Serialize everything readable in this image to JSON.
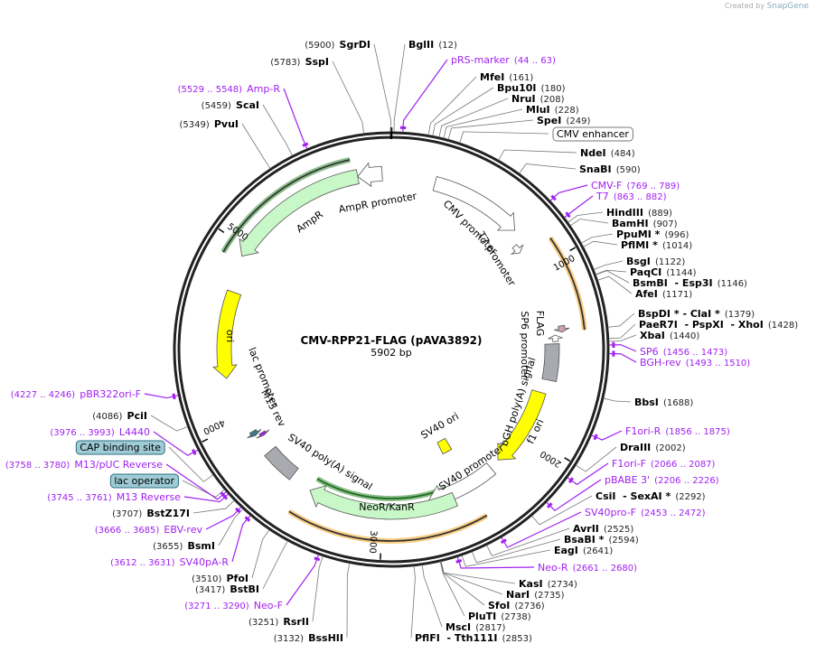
{
  "credit": {
    "prefix": "Created by",
    "brand": "SnapGene"
  },
  "plasmid": {
    "name": "CMV-RPP21-FLAG (pAVA3892)",
    "length_label": "5902 bp",
    "length_bp": 5902
  },
  "ticks": [
    "1000",
    "2000",
    "3000",
    "4000",
    "5000"
  ],
  "sites": [
    {
      "type": "enzyme",
      "name": "SgrDI",
      "pos": "(5900)"
    },
    {
      "type": "enzyme",
      "name": "BglII",
      "pos": "(12)"
    },
    {
      "type": "primer",
      "name": "pRS-marker",
      "pos": "(44 .. 63)"
    },
    {
      "type": "enzyme",
      "name": "MfeI",
      "pos": "(161)"
    },
    {
      "type": "enzyme",
      "name": "Bpu10I",
      "pos": "(180)"
    },
    {
      "type": "enzyme",
      "name": "NruI",
      "pos": "(208)"
    },
    {
      "type": "enzyme",
      "name": "MluI",
      "pos": "(228)"
    },
    {
      "type": "enzyme",
      "name": "SpeI",
      "pos": "(249)"
    },
    {
      "type": "boxed",
      "name": "CMV enhancer",
      "pos": ""
    },
    {
      "type": "enzyme",
      "name": "NdeI",
      "pos": "(484)"
    },
    {
      "type": "enzyme",
      "name": "SnaBI",
      "pos": "(590)"
    },
    {
      "type": "primer",
      "name": "CMV-F",
      "pos": "(769 .. 789)"
    },
    {
      "type": "primer",
      "name": "T7",
      "pos": "(863 .. 882)"
    },
    {
      "type": "enzyme",
      "name": "HindIII",
      "pos": "(889)"
    },
    {
      "type": "enzyme",
      "name": "BamHI",
      "pos": "(907)"
    },
    {
      "type": "enzyme",
      "name": "PpuMI *",
      "pos": "(996)"
    },
    {
      "type": "enzyme",
      "name": "PflMI *",
      "pos": "(1014)"
    },
    {
      "type": "enzyme",
      "name": "BsgI",
      "pos": "(1122)"
    },
    {
      "type": "enzyme",
      "name": "PaqCI",
      "pos": "(1144)"
    },
    {
      "type": "enzyme",
      "name": "BsmBI  - Esp3I",
      "pos": "(1146)"
    },
    {
      "type": "enzyme",
      "name": "AfeI",
      "pos": "(1171)"
    },
    {
      "type": "enzyme",
      "name": "BspDI * - ClaI *",
      "pos": "(1379)"
    },
    {
      "type": "enzyme",
      "name": "PaeR7I  - PspXI  - XhoI",
      "pos": "(1428)"
    },
    {
      "type": "enzyme",
      "name": "XbaI",
      "pos": "(1440)"
    },
    {
      "type": "primer",
      "name": "SP6",
      "pos": "(1456 .. 1473)"
    },
    {
      "type": "primer",
      "name": "BGH-rev",
      "pos": "(1493 .. 1510)"
    },
    {
      "type": "enzyme",
      "name": "BbsI",
      "pos": "(1688)"
    },
    {
      "type": "primer",
      "name": "F1ori-R",
      "pos": "(1856 .. 1875)"
    },
    {
      "type": "enzyme",
      "name": "DraIII",
      "pos": "(2002)"
    },
    {
      "type": "primer",
      "name": "F1ori-F",
      "pos": "(2066 .. 2087)"
    },
    {
      "type": "primer",
      "name": "pBABE 3'",
      "pos": "(2206 .. 2226)"
    },
    {
      "type": "enzyme",
      "name": "CsiI  - SexAI *",
      "pos": "(2292)"
    },
    {
      "type": "primer",
      "name": "SV40pro-F",
      "pos": "(2453 .. 2472)"
    },
    {
      "type": "enzyme",
      "name": "AvrII",
      "pos": "(2525)"
    },
    {
      "type": "enzyme",
      "name": "BsaBI *",
      "pos": "(2594)"
    },
    {
      "type": "enzyme",
      "name": "EagI",
      "pos": "(2641)"
    },
    {
      "type": "primer",
      "name": "Neo-R",
      "pos": "(2661 .. 2680)"
    },
    {
      "type": "enzyme",
      "name": "KasI",
      "pos": "(2734)"
    },
    {
      "type": "enzyme",
      "name": "NarI",
      "pos": "(2735)"
    },
    {
      "type": "enzyme",
      "name": "SfoI",
      "pos": "(2736)"
    },
    {
      "type": "enzyme",
      "name": "PluTI",
      "pos": "(2738)"
    },
    {
      "type": "enzyme",
      "name": "MscI",
      "pos": "(2817)"
    },
    {
      "type": "enzyme",
      "name": "PflFI  - Tth111I",
      "pos": "(2853)"
    },
    {
      "type": "enzyme",
      "name": "BssHII",
      "pos": "(3132)"
    },
    {
      "type": "enzyme",
      "name": "RsrII",
      "pos": "(3251)"
    },
    {
      "type": "primer",
      "name": "Neo-F",
      "pos": "(3271 .. 3290)"
    },
    {
      "type": "enzyme",
      "name": "BstBI",
      "pos": "(3417)"
    },
    {
      "type": "enzyme",
      "name": "PfoI",
      "pos": "(3510)"
    },
    {
      "type": "primer",
      "name": "SV40pA-R",
      "pos": "(3612 .. 3631)"
    },
    {
      "type": "enzyme",
      "name": "BsmI",
      "pos": "(3655)"
    },
    {
      "type": "primer",
      "name": "EBV-rev",
      "pos": "(3666 .. 3685)"
    },
    {
      "type": "enzyme",
      "name": "BstZ17I",
      "pos": "(3707)"
    },
    {
      "type": "primer",
      "name": "M13 Reverse",
      "pos": "(3745 .. 3761)"
    },
    {
      "type": "boxed",
      "name": "lac operator",
      "pos": ""
    },
    {
      "type": "primer",
      "name": "M13/pUC Reverse",
      "pos": "(3758 .. 3780)"
    },
    {
      "type": "boxed",
      "name": "CAP binding site",
      "pos": ""
    },
    {
      "type": "primer",
      "name": "L4440",
      "pos": "(3976 .. 3993)"
    },
    {
      "type": "enzyme",
      "name": "PciI",
      "pos": "(4086)"
    },
    {
      "type": "primer",
      "name": "pBR322ori-F",
      "pos": "(4227 .. 4246)"
    },
    {
      "type": "enzyme",
      "name": "PvuI",
      "pos": "(5349)"
    },
    {
      "type": "enzyme",
      "name": "ScaI",
      "pos": "(5459)"
    },
    {
      "type": "primer",
      "name": "Amp-R",
      "pos": "(5529 .. 5548)"
    },
    {
      "type": "enzyme",
      "name": "SspI",
      "pos": "(5783)"
    }
  ],
  "features": [
    {
      "name": "CMV promoter",
      "start": 241,
      "end": 754,
      "color": "#ffffff",
      "dir": 1
    },
    {
      "name": "T7 promoter",
      "start": 820,
      "end": 870,
      "color": "#ffffff",
      "dir": 1
    },
    {
      "name": "FLAG",
      "start": 1345,
      "end": 1380,
      "color": "#c9a0b4",
      "dir": 1
    },
    {
      "name": "SP6 promoter",
      "start": 1393,
      "end": 1430,
      "color": "#ffffff",
      "dir": -1
    },
    {
      "name": "bGH poly(A) signal",
      "start": 1443,
      "end": 1656,
      "color": "#a8aab0",
      "dir": 0
    },
    {
      "name": "f1 ori",
      "start": 1738,
      "end": 2230,
      "color": "#ffff00",
      "dir": 1
    },
    {
      "name": "SV40 promoter",
      "start": 2295,
      "end": 2722,
      "color": "#ffffff",
      "dir": 1
    },
    {
      "name": "SV40 ori",
      "start": 2440,
      "end": 2520,
      "color": "#ffff00",
      "dir": 0
    },
    {
      "name": "NeoR/KanR",
      "start": 2574,
      "end": 3443,
      "color": "#c8f7c8",
      "dir": 1
    },
    {
      "name": "SV40 poly(A) signal",
      "start": 3574,
      "end": 3771,
      "color": "#a8aab0",
      "dir": 0
    },
    {
      "name": "M13 rev",
      "start": 3870,
      "end": 3890,
      "color": "#a020f0",
      "dir": -1
    },
    {
      "name": "lac promoter",
      "start": 3895,
      "end": 3925,
      "color": "#3a7a8a",
      "dir": -1
    },
    {
      "name": "ori",
      "start": 4263,
      "end": 4754,
      "color": "#ffff00",
      "dir": -1
    },
    {
      "name": "AmpR",
      "start": 4951,
      "end": 5722,
      "color": "#c8f7c8",
      "dir": -1
    },
    {
      "name": "AmpR promoter",
      "start": 5722,
      "end": 5853,
      "color": "#ffffff",
      "dir": -1
    }
  ],
  "orfs": [
    {
      "start": 900,
      "end": 1380,
      "color": "#f5a623"
    },
    {
      "start": 4920,
      "end": 5700,
      "color": "#2e8b2e"
    },
    {
      "start": 2460,
      "end": 3480,
      "color": "#f5a623"
    },
    {
      "start": 2600,
      "end": 3440,
      "color": "#2e8b2e"
    }
  ]
}
